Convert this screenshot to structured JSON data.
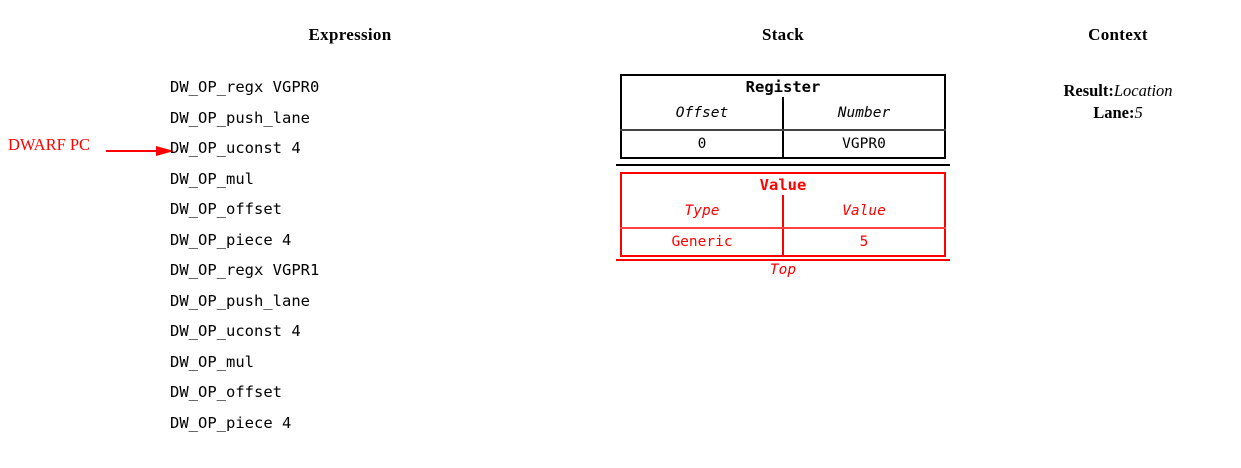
{
  "columns": {
    "expression_heading": "Expression",
    "stack_heading": "Stack",
    "context_heading": "Context"
  },
  "pc_marker": {
    "label": "DWARF PC",
    "icon": "arrow-right-icon",
    "points_at_index": 2,
    "color": "#ff0000"
  },
  "expression": {
    "operations": [
      "DW_OP_regx VGPR0",
      "DW_OP_push_lane",
      "DW_OP_uconst 4",
      "DW_OP_mul",
      "DW_OP_offset",
      "DW_OP_piece 4",
      "DW_OP_regx VGPR1",
      "DW_OP_push_lane",
      "DW_OP_uconst 4",
      "DW_OP_mul",
      "DW_OP_offset",
      "DW_OP_piece 4"
    ]
  },
  "stack": {
    "top_label": "Top",
    "entries": [
      {
        "title": "Register",
        "color": "#000000",
        "headers": [
          "Offset",
          "Number"
        ],
        "cells": [
          "0",
          "VGPR0"
        ]
      },
      {
        "title": "Value",
        "color": "#ff0000",
        "headers": [
          "Type",
          "Value"
        ],
        "cells": [
          "Generic",
          "5"
        ]
      }
    ]
  },
  "context": {
    "lines": [
      {
        "key": "Result:",
        "value": "Location"
      },
      {
        "key": "Lane:",
        "value": "5"
      }
    ]
  }
}
